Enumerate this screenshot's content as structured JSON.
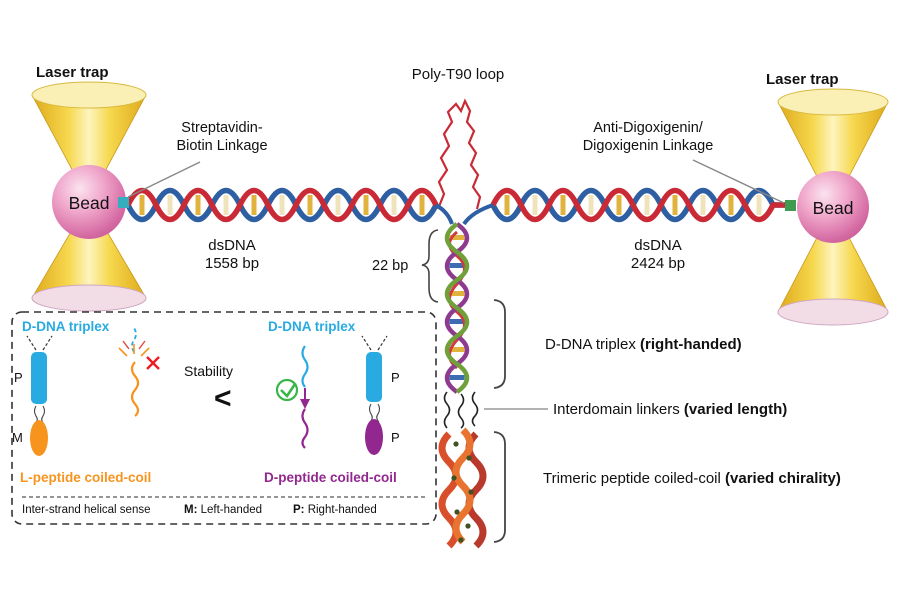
{
  "scene": {
    "laser_trap_left": "Laser trap",
    "laser_trap_right": "Laser trap",
    "bead_left": "Bead",
    "bead_right": "Bead",
    "poly_t_loop": "Poly-T90 loop",
    "left_linkage": [
      "Streptavidin-",
      "Biotin Linkage"
    ],
    "right_linkage": [
      "Anti-Digoxigenin/",
      "Digoxigenin Linkage"
    ],
    "dsdna_left": [
      "dsDNA",
      "1558 bp"
    ],
    "dsdna_right": [
      "dsDNA",
      "2424 bp"
    ],
    "bp_22": "22 bp",
    "triplex": {
      "text": "D-DNA triplex ",
      "bold": "(right-handed)"
    },
    "linkers": {
      "text": "Interdomain linkers ",
      "bold": "(varied length)"
    },
    "coiled_coil": {
      "text": "Trimeric peptide coiled-coil ",
      "bold": "(varied chirality)"
    }
  },
  "inset": {
    "triplex_left_title": "D-DNA triplex",
    "triplex_right_title": "D-DNA triplex",
    "label_p_top_left": "P",
    "label_m_left": "M",
    "label_p_top_right": "P",
    "label_p_bottom_right": "P",
    "stability": "Stability",
    "comparator": "<",
    "l_peptide": "L-peptide coiled-coil",
    "d_peptide": "D-peptide coiled-coil",
    "legend": {
      "sense": "Inter-strand helical sense",
      "m_key": "M:",
      "m_val": " Left-handed",
      "p_key": "P:",
      "p_val": " Right-handed"
    }
  },
  "colors": {
    "laser_yellow": "#F2CE3B",
    "bead_pink": "#E087B4",
    "dna_red": "#C92A35",
    "dna_blue": "#2E5FA3",
    "triplex_green": "#6FA03A",
    "triplex_purple": "#8E3A8E",
    "cyan": "#29ABE2",
    "orange": "#F7941D",
    "purple": "#92278F",
    "check_green": "#39B54A",
    "cross_red": "#ED1C24"
  }
}
